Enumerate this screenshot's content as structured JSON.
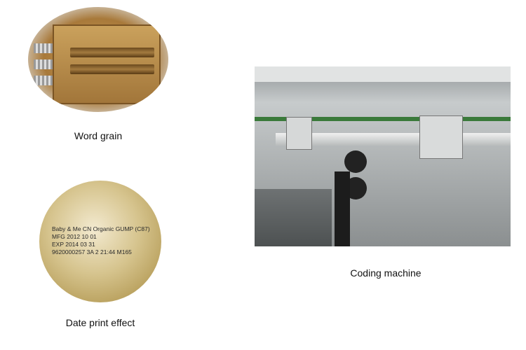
{
  "panels": [
    {
      "caption": "Word grain",
      "image": "brass-type-stamp-photo"
    },
    {
      "caption": "Date print effect",
      "image": "printed-foil-pouch-photo",
      "printed_lines": [
        "Baby & Me CN Organic GUMP (C87)",
        "MFG 2012 10 01",
        "EXP 2014 03 31",
        "9620000257   3A   2      21:44   M165"
      ]
    },
    {
      "caption": "Coding machine",
      "image": "coding-machine-photo"
    }
  ]
}
